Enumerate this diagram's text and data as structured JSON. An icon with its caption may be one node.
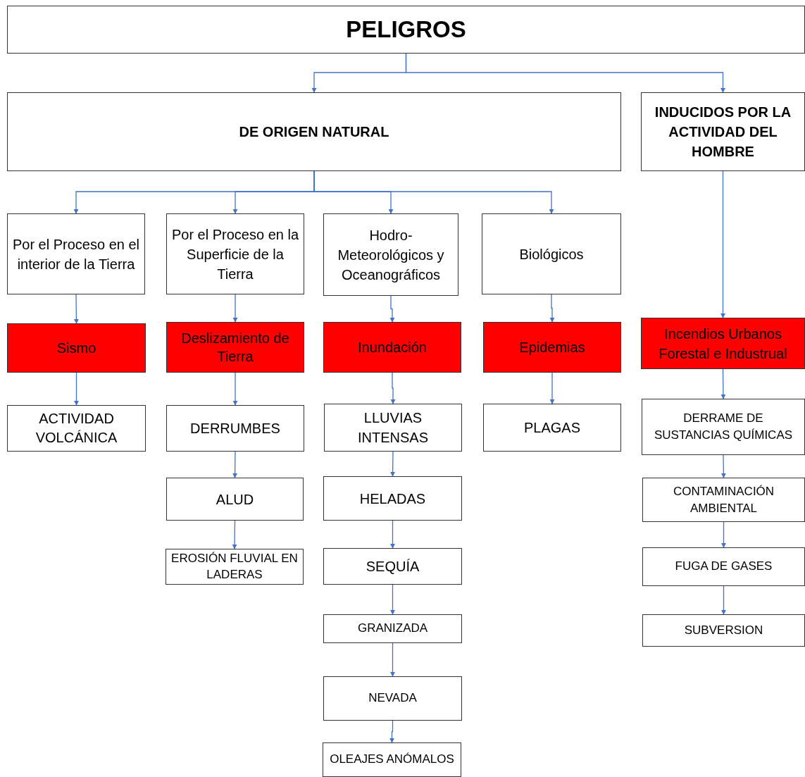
{
  "diagram": {
    "nodes": [
      {
        "text": [
          "PELIGROS"
        ]
      },
      {
        "text": [
          "DE ORIGEN NATURAL"
        ]
      },
      {
        "text": [
          "INDUCIDOS POR LA ACTIVIDAD DEL HOMBRE"
        ]
      },
      {
        "text": [
          "Por el Proceso en el interior de la Tierra"
        ]
      },
      {
        "text": [
          "Por el Proceso en la Superficie de la Tierra"
        ]
      },
      {
        "text": [
          "Hodro-Meteorológicos y Oceanográficos"
        ]
      },
      {
        "text": [
          "Biológicos"
        ]
      },
      {
        "text": [
          "Sismo"
        ]
      },
      {
        "text": [
          "Deslizamiento de Tierra"
        ]
      },
      {
        "text": [
          "Inundación"
        ]
      },
      {
        "text": [
          "Epidemias"
        ]
      },
      {
        "text": [
          "Incendios Urbanos Forestal e Industrual"
        ]
      },
      {
        "text": [
          "ACTIVIDAD VOLCÁNICA"
        ]
      },
      {
        "text": [
          "DERRUMBES"
        ]
      },
      {
        "text": [
          "LLUVIAS INTENSAS"
        ]
      },
      {
        "text": [
          "PLAGAS"
        ]
      },
      {
        "text": [
          "DERRAME DE SUSTANCIAS QUÍMICAS"
        ]
      },
      {
        "text": [
          "ALUD"
        ]
      },
      {
        "text": [
          "HELADAS"
        ]
      },
      {
        "text": [
          "CONTAMINACIÓN AMBIENTAL"
        ]
      },
      {
        "text": [
          "EROSIÓN FLUVIAL EN LADERAS"
        ]
      },
      {
        "text": [
          "SEQUÍA"
        ]
      },
      {
        "text": [
          "FUGA DE GASES"
        ]
      },
      {
        "text": [
          "GRANIZADA"
        ]
      },
      {
        "text": [
          "SUBVERSION"
        ]
      },
      {
        "text": [
          "NEVADA"
        ]
      },
      {
        "text": [
          "OLEAJES ANÓMALOS"
        ]
      }
    ],
    "edges": [
      {
        "from": 0,
        "to": 1,
        "arrow": "to"
      },
      {
        "from": 0,
        "to": 2,
        "arrow": "to"
      },
      {
        "from": 1,
        "to": 3,
        "arrow": "to"
      },
      {
        "from": 1,
        "to": 4,
        "arrow": "to"
      },
      {
        "from": 1,
        "to": 5,
        "arrow": "to"
      },
      {
        "from": 1,
        "to": 6,
        "arrow": "to"
      },
      {
        "from": 3,
        "to": 7,
        "arrow": "to"
      },
      {
        "from": 4,
        "to": 8,
        "arrow": "to"
      },
      {
        "from": 5,
        "to": 9,
        "arrow": "to"
      },
      {
        "from": 6,
        "to": 10,
        "arrow": "to"
      },
      {
        "from": 2,
        "to": 11,
        "arrow": "to"
      },
      {
        "from": 7,
        "to": 12,
        "arrow": "to"
      },
      {
        "from": 8,
        "to": 13,
        "arrow": "to"
      },
      {
        "from": 9,
        "to": 14,
        "arrow": "to"
      },
      {
        "from": 10,
        "to": 15,
        "arrow": "to"
      },
      {
        "from": 11,
        "to": 16,
        "arrow": "to"
      },
      {
        "from": 13,
        "to": 17,
        "arrow": "to"
      },
      {
        "from": 14,
        "to": 18,
        "arrow": "to"
      },
      {
        "from": 16,
        "to": 19,
        "arrow": "to"
      },
      {
        "from": 17,
        "to": 20,
        "arrow": "to"
      },
      {
        "from": 18,
        "to": 21,
        "arrow": "to"
      },
      {
        "from": 19,
        "to": 22,
        "arrow": "to"
      },
      {
        "from": 21,
        "to": 23,
        "arrow": "to"
      },
      {
        "from": 22,
        "to": 24,
        "arrow": "to"
      },
      {
        "from": 23,
        "to": 25,
        "arrow": "to"
      },
      {
        "from": 25,
        "to": 26,
        "arrow": "to"
      }
    ]
  }
}
